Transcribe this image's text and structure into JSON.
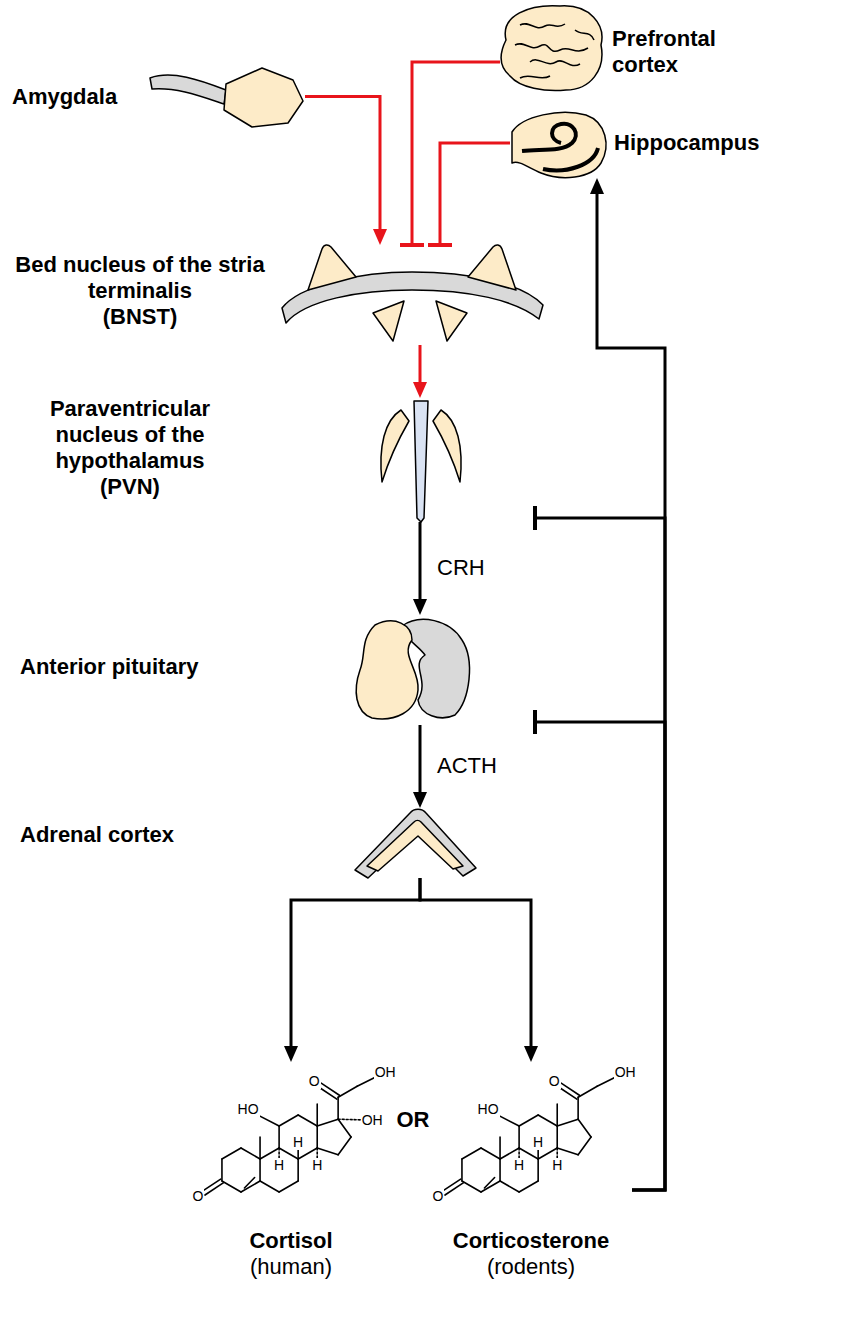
{
  "diagram": {
    "nodes": [
      {
        "text": [
          "Amygdala"
        ]
      },
      {
        "text": [
          "Prefrontal cortex"
        ]
      },
      {
        "text": [
          "Hippocampus"
        ]
      },
      {
        "text": [
          "Bed nucleus of the stria terminalis",
          "(BNST)"
        ]
      },
      {
        "text": [
          "Paraventricular nucleus of the hypothalamus",
          "(PVN)"
        ]
      },
      {
        "text": [
          "Anterior pituitary"
        ]
      },
      {
        "text": [
          "Adrenal cortex"
        ]
      },
      {
        "text": [
          "Cortisol",
          "(human)"
        ]
      },
      {
        "text": [
          "Corticosterone",
          "(rodents)"
        ]
      }
    ],
    "edges": [
      {
        "from": 0,
        "to": 3,
        "arrow": "to"
      },
      {
        "from": 1,
        "to": 3,
        "arrow": "to"
      },
      {
        "from": 2,
        "to": 3,
        "arrow": "to"
      },
      {
        "from": 3,
        "to": 4,
        "arrow": "to"
      },
      {
        "from": 4,
        "to": 5,
        "label": "CRH",
        "arrow": "to"
      },
      {
        "from": 5,
        "to": 6,
        "label": "ACTH",
        "arrow": "to"
      },
      {
        "from": 6,
        "to": 7,
        "arrow": "to"
      },
      {
        "from": 6,
        "to": 8,
        "arrow": "to"
      },
      {
        "from": 8,
        "to": 2,
        "arrow": "to"
      },
      {
        "from": 8,
        "to": 4,
        "arrow": "to"
      },
      {
        "from": 8,
        "to": 5,
        "arrow": "to"
      }
    ],
    "labels": [
      "OR",
      "O",
      "OH",
      "OH",
      "HO",
      "H",
      "H",
      "H",
      "O",
      "O",
      "OH",
      "HO",
      "H",
      "H",
      "H",
      "O"
    ]
  }
}
